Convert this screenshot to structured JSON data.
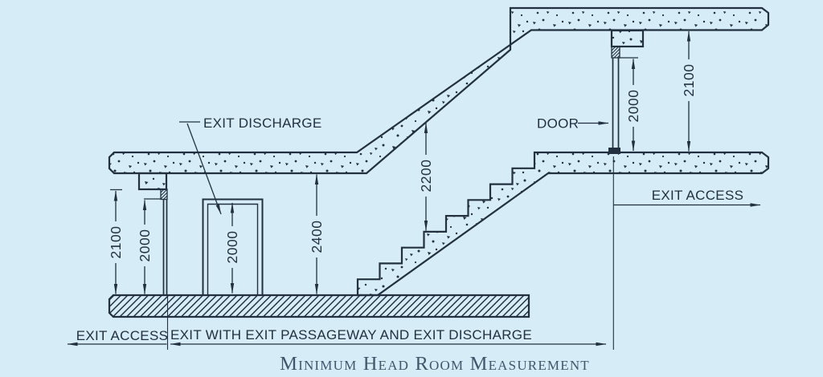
{
  "title": "Minimum Head Room Measurement",
  "labels": {
    "exit_discharge": "EXIT DISCHARGE",
    "door": "DOOR",
    "exit_access_right": "EXIT ACCESS",
    "exit_access_bottom": "EXIT ACCESS",
    "exit_passage": "EXIT  WITH  EXIT PASSAGEWAY AND EXIT DISCHARGE"
  },
  "dimensions": {
    "left_opening_headroom": "2100",
    "left_door_height": "2000",
    "discharge_door_height": "2000",
    "corridor_headroom": "2400",
    "stair_headroom": "2200",
    "upper_door_height": "2000",
    "upper_floor_headroom": "2100"
  },
  "colors": {
    "background": "#d6ecf7",
    "ink": "#22303f",
    "title_ink": "#42556a"
  }
}
